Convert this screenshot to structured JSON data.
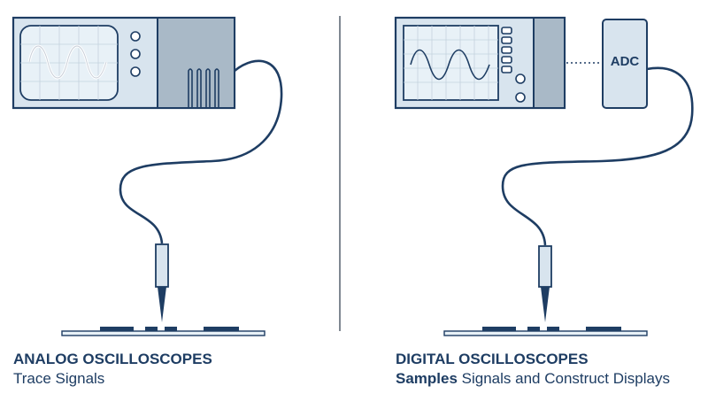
{
  "analog": {
    "title": "ANALOG OSCILLOSCOPES",
    "subtitle": "Trace Signals"
  },
  "digital": {
    "title": "DIGITAL OSCILLOSCOPES",
    "subtitle_bold": "Samples",
    "subtitle_rest": " Signals and Construct Displays"
  },
  "adc": {
    "label": "ADC"
  },
  "colors": {
    "navy": "#1e3d63",
    "panel": "#d8e4ee",
    "screen": "#e8f1f7",
    "side_panel": "#a9b9c7",
    "divider": "#2b3a4a"
  }
}
